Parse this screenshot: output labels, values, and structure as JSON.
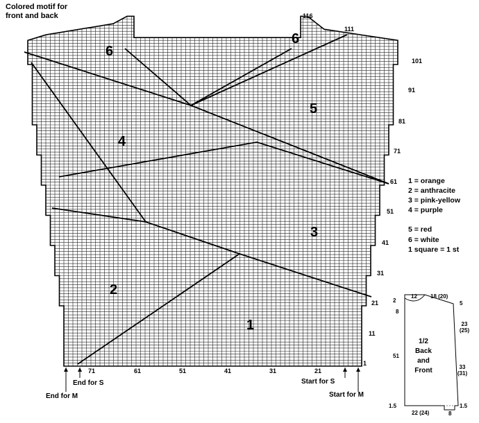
{
  "title": "Colored motif for front and back",
  "zones": [
    "1",
    "2",
    "3",
    "4",
    "5",
    "6",
    "6"
  ],
  "row_numbers": [
    "116",
    "111",
    "101",
    "91",
    "81",
    "71",
    "61",
    "51",
    "41",
    "31",
    "21",
    "11",
    "1"
  ],
  "column_numbers": [
    "71",
    "61",
    "51",
    "41",
    "31",
    "21"
  ],
  "legend": [
    "1 = orange",
    "2 = anthracite",
    "3 = pink-yellow",
    "4 = purple",
    "5 = red",
    "6 = white",
    "1 square = 1 st"
  ],
  "size_markers": [
    "End for S",
    "End for M",
    "Start for S",
    "Start for M"
  ],
  "schematic": {
    "label": "1/2 Back and Front",
    "measurements": [
      "12",
      "18 (20)",
      "2",
      "8",
      "5",
      "23 (25)",
      "51",
      "33 (31)",
      "1.5",
      "22 (24)",
      "8",
      "1.5"
    ]
  }
}
